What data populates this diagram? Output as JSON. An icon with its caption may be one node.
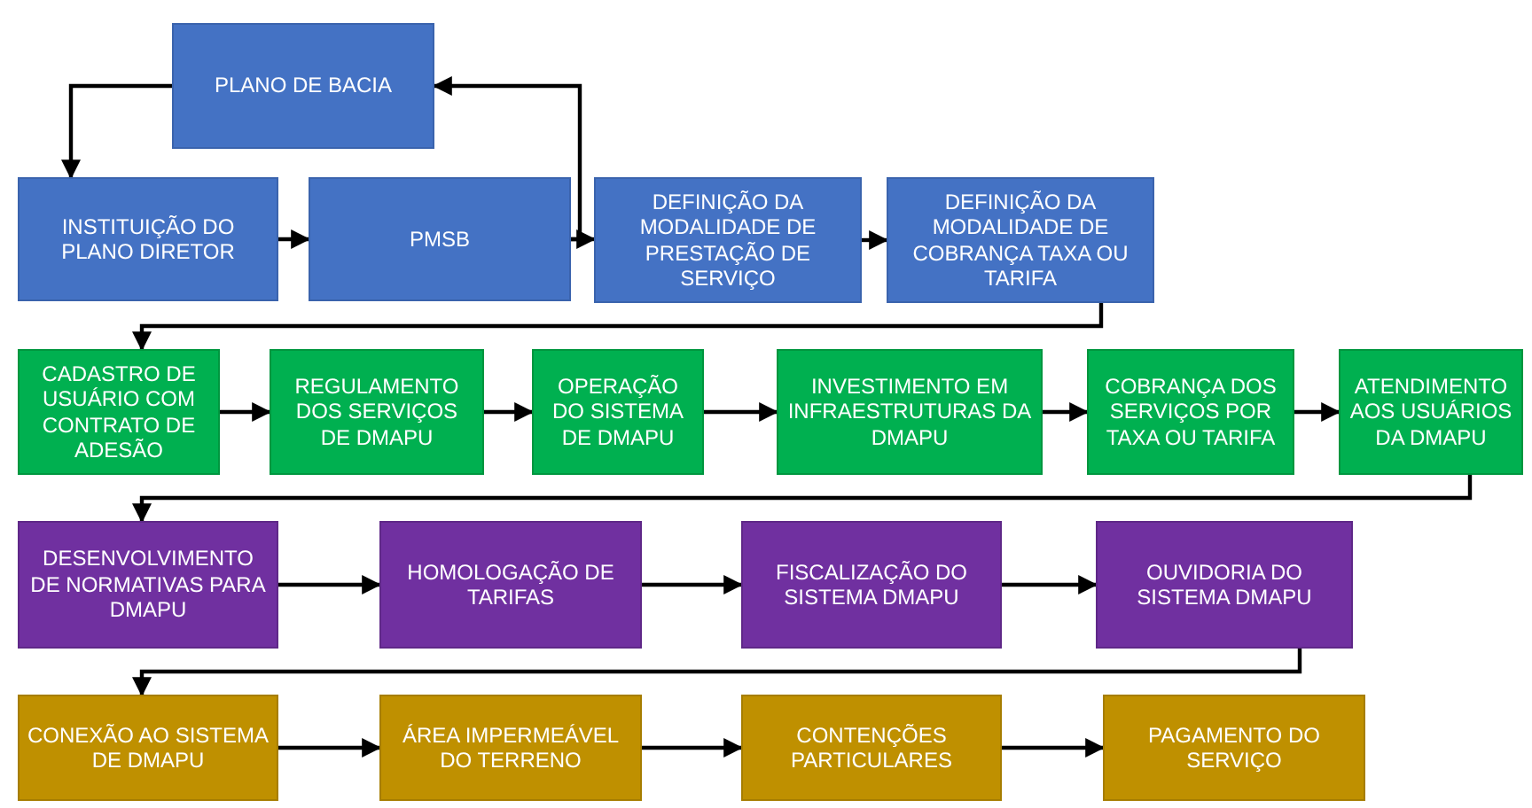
{
  "diagram": {
    "nodes": [
      {
        "text": [
          "PLANO DE BACIA"
        ]
      },
      {
        "text": [
          "INSTITUIÇÃO DO PLANO DIRETOR"
        ]
      },
      {
        "text": [
          "PMSB"
        ]
      },
      {
        "text": [
          "DEFINIÇÃO DA MODALIDADE DE PRESTAÇÃO DE SERVIÇO"
        ]
      },
      {
        "text": [
          "DEFINIÇÃO DA MODALIDADE DE COBRANÇA TAXA OU TARIFA"
        ]
      },
      {
        "text": [
          "CADASTRO DE USUÁRIO COM CONTRATO DE ADESÃO"
        ]
      },
      {
        "text": [
          "REGULAMENTO DOS SERVIÇOS DE DMAPU"
        ]
      },
      {
        "text": [
          "OPERAÇÃO DO SISTEMA DE DMAPU"
        ]
      },
      {
        "text": [
          "INVESTIMENTO EM INFRAESTRUTURAS DA DMAPU"
        ]
      },
      {
        "text": [
          "COBRANÇA DOS SERVIÇOS POR TAXA OU TARIFA"
        ]
      },
      {
        "text": [
          "ATENDIMENTO AOS USUÁRIOS DA DMAPU"
        ]
      },
      {
        "text": [
          "DESENVOLVIMENTO DE NORMATIVAS PARA DMAPU"
        ]
      },
      {
        "text": [
          "HOMOLOGAÇÃO DE TARIFAS"
        ]
      },
      {
        "text": [
          "FISCALIZAÇÃO DO SISTEMA DMAPU"
        ]
      },
      {
        "text": [
          "OUVIDORIA DO SISTEMA DMAPU"
        ]
      },
      {
        "text": [
          "CONEXÃO AO SISTEMA DE DMAPU"
        ]
      },
      {
        "text": [
          "ÁREA IMPERMEÁVEL DO TERRENO"
        ]
      },
      {
        "text": [
          "CONTENÇÕES PARTICULARES"
        ]
      },
      {
        "text": [
          "PAGAMENTO DO SERVIÇO"
        ]
      }
    ],
    "edges": [
      {
        "from": 0,
        "to": 1,
        "arrow": "to"
      },
      {
        "from": 1,
        "to": 2,
        "arrow": "to"
      },
      {
        "from": 2,
        "to": 3,
        "arrow": "to"
      },
      {
        "from": 2,
        "to": 0,
        "arrow": "to"
      },
      {
        "from": 3,
        "to": 4,
        "arrow": "to"
      },
      {
        "from": 4,
        "to": 5,
        "arrow": "to"
      },
      {
        "from": 5,
        "to": 6,
        "arrow": "to"
      },
      {
        "from": 6,
        "to": 7,
        "arrow": "to"
      },
      {
        "from": 7,
        "to": 8,
        "arrow": "to"
      },
      {
        "from": 8,
        "to": 9,
        "arrow": "to"
      },
      {
        "from": 9,
        "to": 10,
        "arrow": "to"
      },
      {
        "from": 10,
        "to": 11,
        "arrow": "to"
      },
      {
        "from": 11,
        "to": 12,
        "arrow": "to"
      },
      {
        "from": 12,
        "to": 13,
        "arrow": "to"
      },
      {
        "from": 13,
        "to": 14,
        "arrow": "to"
      },
      {
        "from": 14,
        "to": 15,
        "arrow": "to"
      },
      {
        "from": 15,
        "to": 16,
        "arrow": "to"
      },
      {
        "from": 16,
        "to": 17,
        "arrow": "to"
      },
      {
        "from": 17,
        "to": 18,
        "arrow": "to"
      }
    ]
  }
}
